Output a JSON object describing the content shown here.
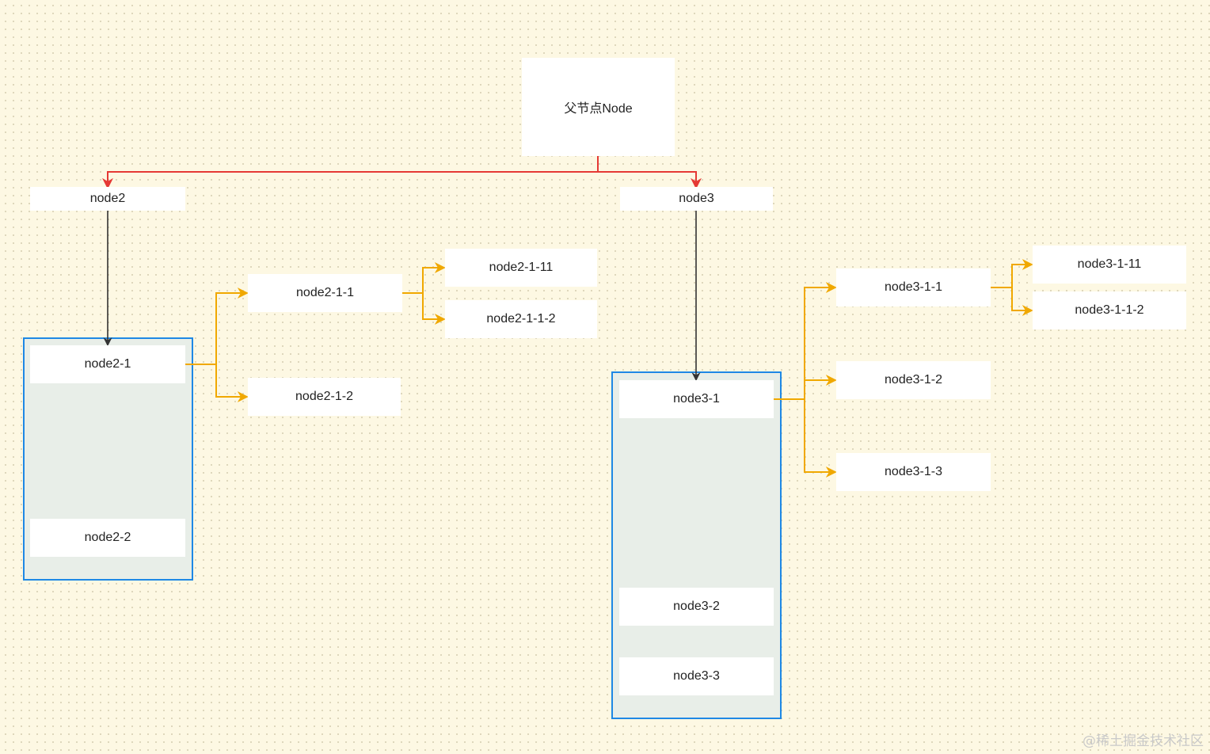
{
  "diagram": {
    "nodes": {
      "root": "父节点Node",
      "node2": "node2",
      "node3": "node3",
      "node2_1": "node2-1",
      "node2_2": "node2-2",
      "node2_1_1": "node2-1-1",
      "node2_1_2": "node2-1-2",
      "node2_1_11": "node2-1-11",
      "node2_1_1_2": "node2-1-1-2",
      "node3_1": "node3-1",
      "node3_2": "node3-2",
      "node3_3": "node3-3",
      "node3_1_1": "node3-1-1",
      "node3_1_2": "node3-1-2",
      "node3_1_3": "node3-1-3",
      "node3_1_11": "node3-1-11",
      "node3_1_1_2": "node3-1-1-2"
    },
    "edges": [
      {
        "from": "root",
        "to": "node2",
        "color": "#e53935"
      },
      {
        "from": "root",
        "to": "node3",
        "color": "#e53935"
      },
      {
        "from": "node2",
        "to": "node2_1",
        "color": "#333333"
      },
      {
        "from": "node3",
        "to": "node3_1",
        "color": "#333333"
      },
      {
        "from": "node2_1",
        "to": "node2_1_1",
        "color": "#f0a800"
      },
      {
        "from": "node2_1",
        "to": "node2_1_2",
        "color": "#f0a800"
      },
      {
        "from": "node2_1_1",
        "to": "node2_1_11",
        "color": "#f0a800"
      },
      {
        "from": "node2_1_1",
        "to": "node2_1_1_2",
        "color": "#f0a800"
      },
      {
        "from": "node3_1",
        "to": "node3_1_1",
        "color": "#f0a800"
      },
      {
        "from": "node3_1",
        "to": "node3_1_2",
        "color": "#f0a800"
      },
      {
        "from": "node3_1",
        "to": "node3_1_3",
        "color": "#f0a800"
      },
      {
        "from": "node3_1_1",
        "to": "node3_1_11",
        "color": "#f0a800"
      },
      {
        "from": "node3_1_1",
        "to": "node3_1_1_2",
        "color": "#f0a800"
      }
    ],
    "colors": {
      "background": "#fdf8e3",
      "group_border": "#1e88e5",
      "group_fill": "#e8eee8",
      "root_edge": "#e53935",
      "child_edge": "#333333",
      "branch_edge": "#f0a800"
    }
  },
  "watermark": "@稀土掘金技术社区"
}
